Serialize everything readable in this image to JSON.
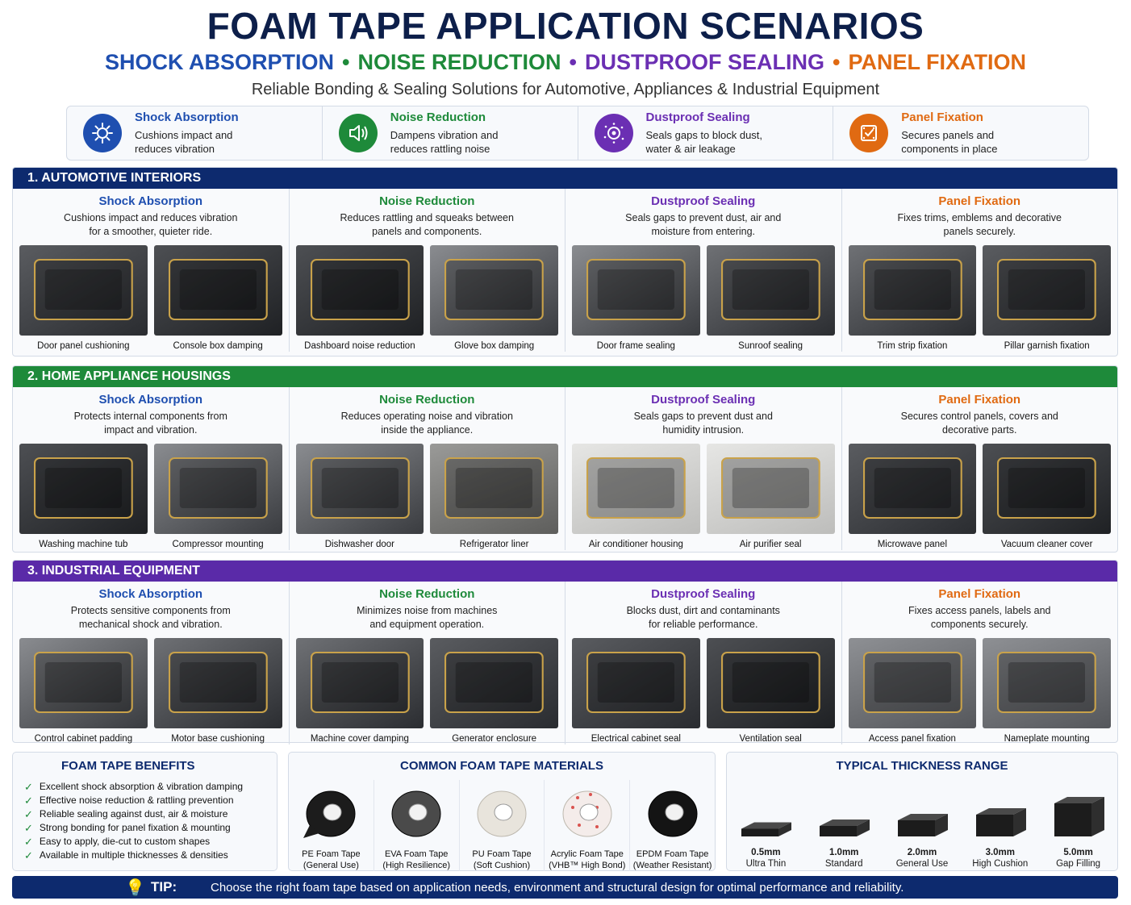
{
  "header": {
    "title": "FOAM TAPE APPLICATION SCENARIOS",
    "subtitles": [
      {
        "text": "SHOCK ABSORPTION",
        "color": "#1f4fb0"
      },
      {
        "text": "NOISE REDUCTION",
        "color": "#1e8a3a"
      },
      {
        "text": "DUSTPROOF SEALING",
        "color": "#6b2fb3"
      },
      {
        "text": "PANEL FIXATION",
        "color": "#e06a12"
      }
    ],
    "separator": "•",
    "tagline": "Reliable Bonding & Sealing Solutions for Automotive, Appliances & Industrial Equipment"
  },
  "top_features": [
    {
      "title": "Shock Absorption",
      "desc1": "Cushions impact and",
      "desc2": "reduces vibration",
      "color": "#1f4fb0",
      "icon": "shock-gear-icon"
    },
    {
      "title": "Noise Reduction",
      "desc1": "Dampens vibration and",
      "desc2": "reduces rattling noise",
      "color": "#1e8a3a",
      "icon": "speaker-icon"
    },
    {
      "title": "Dustproof Sealing",
      "desc1": "Seals gaps to block dust,",
      "desc2": "water & air leakage",
      "color": "#6b2fb3",
      "icon": "dust-shield-icon"
    },
    {
      "title": "Panel Fixation",
      "desc1": "Secures panels and",
      "desc2": "components in place",
      "color": "#e06a12",
      "icon": "panel-fix-icon"
    }
  ],
  "sections": [
    {
      "title": "1. AUTOMOTIVE INTERIORS",
      "color": "#0d2a6e",
      "columns": [
        {
          "title": "Shock Absorption",
          "color": "#1f4fb0",
          "desc1": "Cushions impact and reduces vibration",
          "desc2": "for a smoother, quieter ride.",
          "pics": [
            "Door panel cushioning",
            "Console box damping"
          ]
        },
        {
          "title": "Noise Reduction",
          "color": "#1e8a3a",
          "desc1": "Reduces rattling and squeaks between",
          "desc2": "panels and components.",
          "pics": [
            "Dashboard noise reduction",
            "Glove box damping"
          ]
        },
        {
          "title": "Dustproof Sealing",
          "color": "#6b2fb3",
          "desc1": "Seals gaps to prevent dust, air and",
          "desc2": "moisture from entering.",
          "pics": [
            "Door frame sealing",
            "Sunroof sealing"
          ]
        },
        {
          "title": "Panel Fixation",
          "color": "#e06a12",
          "desc1": "Fixes trims, emblems and decorative",
          "desc2": "panels securely.",
          "pics": [
            "Trim strip fixation",
            "Pillar garnish fixation"
          ]
        }
      ]
    },
    {
      "title": "2. HOME APPLIANCE HOUSINGS",
      "color": "#1e8a3a",
      "columns": [
        {
          "title": "Shock Absorption",
          "color": "#1f4fb0",
          "desc1": "Protects internal components from",
          "desc2": "impact and vibration.",
          "pics": [
            "Washing machine tub",
            "Compressor mounting"
          ]
        },
        {
          "title": "Noise Reduction",
          "color": "#1e8a3a",
          "desc1": "Reduces operating noise and vibration",
          "desc2": "inside the appliance.",
          "pics": [
            "Dishwasher door",
            "Refrigerator liner"
          ]
        },
        {
          "title": "Dustproof Sealing",
          "color": "#6b2fb3",
          "desc1": "Seals gaps to prevent dust and",
          "desc2": "humidity intrusion.",
          "pics": [
            "Air conditioner housing",
            "Air purifier seal"
          ]
        },
        {
          "title": "Panel Fixation",
          "color": "#e06a12",
          "desc1": "Secures control panels, covers and",
          "desc2": "decorative parts.",
          "pics": [
            "Microwave panel",
            "Vacuum cleaner cover"
          ]
        }
      ]
    },
    {
      "title": "3. INDUSTRIAL EQUIPMENT",
      "color": "#5a2aa8",
      "columns": [
        {
          "title": "Shock Absorption",
          "color": "#1f4fb0",
          "desc1": "Protects sensitive components from",
          "desc2": "mechanical shock and vibration.",
          "pics": [
            "Control cabinet padding",
            "Motor base cushioning"
          ]
        },
        {
          "title": "Noise Reduction",
          "color": "#1e8a3a",
          "desc1": "Minimizes noise from machines",
          "desc2": "and equipment operation.",
          "pics": [
            "Machine cover damping",
            "Generator enclosure"
          ]
        },
        {
          "title": "Dustproof Sealing",
          "color": "#6b2fb3",
          "desc1": "Blocks dust, dirt and contaminants",
          "desc2": "for reliable performance.",
          "pics": [
            "Electrical cabinet seal",
            "Ventilation seal"
          ]
        },
        {
          "title": "Panel Fixation",
          "color": "#e06a12",
          "desc1": "Fixes access panels, labels and",
          "desc2": "components securely.",
          "pics": [
            "Access panel fixation",
            "Nameplate mounting"
          ]
        }
      ]
    }
  ],
  "benefits": {
    "title": "FOAM TAPE BENEFITS",
    "items": [
      "Excellent shock absorption & vibration damping",
      "Effective noise reduction & rattling prevention",
      "Reliable sealing against dust, air & moisture",
      "Strong bonding for panel fixation & mounting",
      "Easy to apply, die-cut to custom shapes",
      "Available in multiple thicknesses & densities"
    ],
    "check": "✓"
  },
  "materials": {
    "title": "COMMON FOAM TAPE MATERIALS",
    "items": [
      {
        "name": "PE Foam Tape",
        "sub": "(General Use)",
        "tone": "#1c1c1c"
      },
      {
        "name": "EVA Foam Tape",
        "sub": "(High Resilience)",
        "tone": "#4a4a4a"
      },
      {
        "name": "PU Foam Tape",
        "sub": "(Soft Cushion)",
        "tone": "#e8e4dc"
      },
      {
        "name": "Acrylic Foam Tape",
        "sub": "(VHB™ High Bond)",
        "tone": "#f4ecea"
      },
      {
        "name": "EPDM Foam Tape",
        "sub": "(Weather Resistant)",
        "tone": "#141414"
      }
    ]
  },
  "thickness": {
    "title": "TYPICAL THICKNESS RANGE",
    "items": [
      {
        "value": "0.5mm",
        "label": "Ultra Thin",
        "mm": 0.5
      },
      {
        "value": "1.0mm",
        "label": "Standard",
        "mm": 1.0
      },
      {
        "value": "2.0mm",
        "label": "General Use",
        "mm": 2.0
      },
      {
        "value": "3.0mm",
        "label": "High Cushion",
        "mm": 3.0
      },
      {
        "value": "5.0mm",
        "label": "Gap Filling",
        "mm": 5.0
      }
    ]
  },
  "tip": {
    "label": "TIP:",
    "text": "Choose the right foam tape based on application needs, environment and structural design for optimal performance and reliability."
  }
}
